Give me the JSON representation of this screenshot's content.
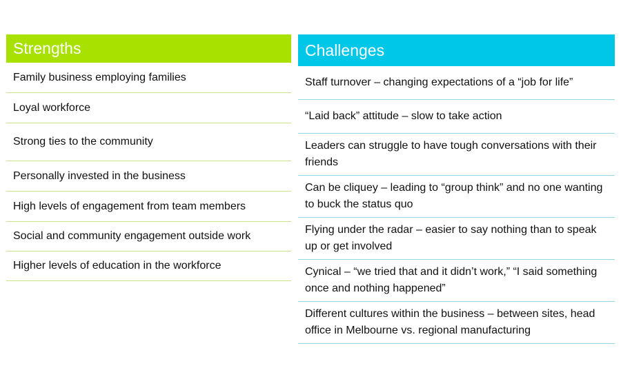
{
  "strengths": {
    "title": "Strengths",
    "items": [
      "Family business employing families",
      "Loyal workforce",
      "Strong ties to the community",
      "Personally invested in the business",
      "High levels of engagement from team members",
      "Social and community engagement outside work",
      "Higher levels of education in the workforce"
    ]
  },
  "challenges": {
    "title": "Challenges",
    "items": [
      "Staff turnover – changing expectations of a “job for life”",
      "“Laid back” attitude – slow to take action",
      "Leaders can struggle to have tough conversations with their friends",
      "Can be cliquey – leading to “group think” and no one wanting to buck the status quo",
      "Flying under the radar – easier to say nothing than to speak up or get involved",
      "Cynical – “we tried that and it didn’t work,” “I said something once and nothing happened”",
      "Different cultures within the business – between sites, head office in Melbourne vs. regional manufacturing"
    ]
  },
  "colors": {
    "strengths_header": "#a8e100",
    "challenges_header": "#00c6e8",
    "strengths_divider": "#c7e48a",
    "challenges_divider": "#8fd9e8"
  }
}
